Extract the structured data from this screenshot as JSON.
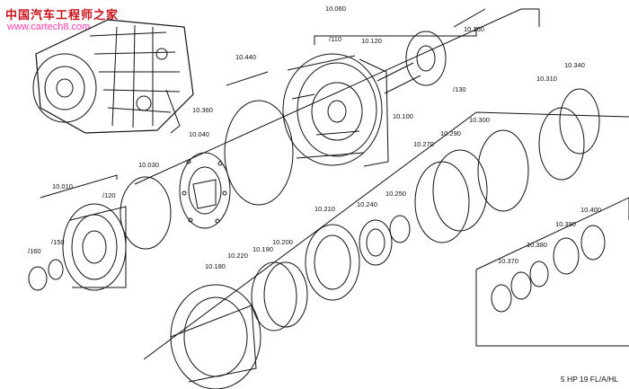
{
  "watermark": {
    "site_name": "中国汽车工程师之家",
    "url": "www.cartech8.com"
  },
  "model_code": "5 HP 19 FL/A/HL",
  "colors": {
    "line": "#111111",
    "watermark_red": "#c8131b",
    "watermark_pink": "#ff3ab0"
  },
  "part_labels": [
    "10.060",
    "/110",
    "10.120",
    "10.160",
    "10.440",
    "/130",
    "10.100",
    "10.340",
    "10.310",
    "10.360",
    "10.300",
    "10.290",
    "10.270",
    "10.040",
    "10.030",
    "10.010",
    "/120",
    "10.210",
    "10.240",
    "10.250",
    "10.400",
    "10.390",
    "10.380",
    "10.370",
    "10.200",
    "10.190",
    "10.220",
    "10.180",
    "/150",
    "/160"
  ]
}
